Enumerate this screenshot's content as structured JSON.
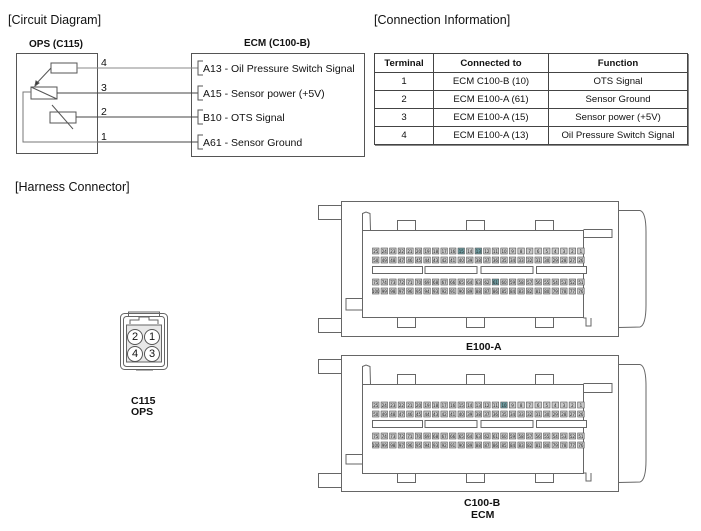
{
  "sections": {
    "circuit_diagram": "[Circuit Diagram]",
    "connection_information": "[Connection Information]",
    "harness_connector": "[Harness Connector]"
  },
  "circuit": {
    "sensor_label": "OPS (C115)",
    "ecm_label": "ECM (C100-B)",
    "wires": [
      {
        "terminal": "4",
        "ecm_pin": "A13 - Oil Pressure Switch Signal"
      },
      {
        "terminal": "3",
        "ecm_pin": "A15 - Sensor power (+5V)"
      },
      {
        "terminal": "2",
        "ecm_pin": "B10 - OTS Signal"
      },
      {
        "terminal": "1",
        "ecm_pin": "A61 - Sensor Ground"
      }
    ]
  },
  "connection_table": {
    "headers": [
      "Terminal",
      "Connected to",
      "Function"
    ],
    "rows": [
      [
        "1",
        "ECM C100-B (10)",
        "OTS Signal"
      ],
      [
        "2",
        "ECM E100-A (61)",
        "Sensor Ground"
      ],
      [
        "3",
        "ECM E100-A (15)",
        "Sensor power (+5V)"
      ],
      [
        "4",
        "ECM E100-A (13)",
        "Oil Pressure Switch Signal"
      ]
    ]
  },
  "harness": {
    "ops_connector": {
      "name": "C115",
      "sub": "OPS",
      "pins": [
        "2",
        "1",
        "4",
        "3"
      ]
    },
    "ecm_connectors": [
      {
        "name": "E100-A",
        "sub": "",
        "highlighted_pins": [
          13,
          15,
          61
        ]
      },
      {
        "name": "C100-B",
        "sub": "ECM",
        "highlighted_pins": [
          10
        ]
      }
    ]
  },
  "colors": {
    "line": "#555555",
    "pin_fill": "#c8c8c8",
    "pin_highlight": "#6f9ea3",
    "text": "#111111"
  }
}
